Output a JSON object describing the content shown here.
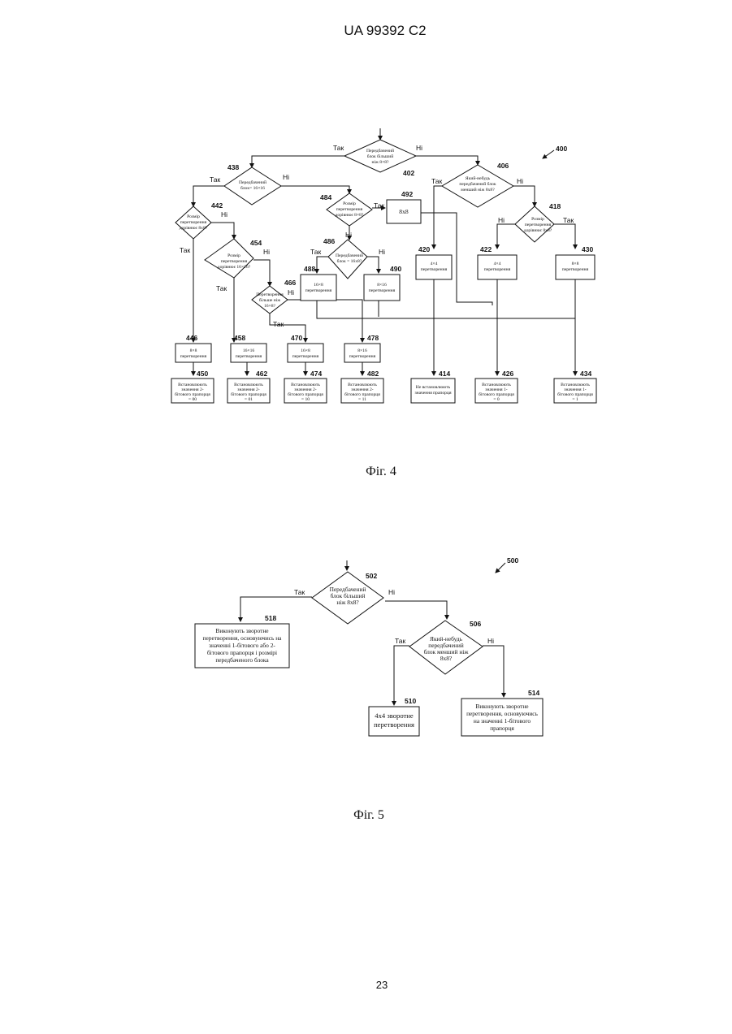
{
  "header": "UA   99392   C2",
  "page_number": "23",
  "fig4": {
    "caption": "Фіг. 4",
    "ref": "400",
    "d402": {
      "num": "402",
      "lines": [
        "Передбачений",
        "блок більший",
        "ніж 8×8?"
      ]
    },
    "d406": {
      "num": "406",
      "lines": [
        "Який-небудь",
        "передбачений блок",
        "менший ніж 8x8?"
      ]
    },
    "d438": {
      "num": "438",
      "lines": [
        "Передбачений",
        "блок= 16×16"
      ]
    },
    "d442": {
      "num": "442",
      "lines": [
        "Розмір",
        "перетворення",
        "дорівнює 8x8?"
      ]
    },
    "d484": {
      "num": "484",
      "lines": [
        "Розмір",
        "перетворення",
        "дорівнює 8×8?"
      ]
    },
    "d418": {
      "num": "418",
      "lines": [
        "Розмір",
        "перетворення",
        "дорівнює 8x8?"
      ]
    },
    "d454": {
      "num": "454",
      "lines": [
        "Розмір",
        "перетворення",
        "дорівнює 16×16?"
      ]
    },
    "d486": {
      "num": "486",
      "lines": [
        "Передбачений",
        "блок = 16x8?"
      ]
    },
    "d466": {
      "num": "466",
      "lines": [
        "Перетворення",
        "більше ніж",
        "16×8?"
      ]
    },
    "b492": {
      "num": "492",
      "lines": [
        "8x8"
      ]
    },
    "b420": {
      "num": "420",
      "lines": [
        "4×4",
        "перетворення"
      ]
    },
    "b422": {
      "num": "422",
      "lines": [
        "4×4",
        "перетворення"
      ]
    },
    "b430": {
      "num": "430",
      "lines": [
        "8×8",
        "перетворення"
      ]
    },
    "b488": {
      "num": "488",
      "lines": [
        "16×8",
        "перетворення"
      ]
    },
    "b490": {
      "num": "490",
      "lines": [
        "8×16",
        "перетворення"
      ]
    },
    "b446": {
      "num": "446",
      "lines": [
        "8×8",
        "перетворення"
      ]
    },
    "b458": {
      "num": "458",
      "lines": [
        "16×16",
        "перетворення"
      ]
    },
    "b470": {
      "num": "470",
      "lines": [
        "16×8",
        "перетворення"
      ]
    },
    "b478": {
      "num": "478",
      "lines": [
        "8×16",
        "перетворення"
      ]
    },
    "b450": {
      "num": "450",
      "lines": [
        "Встановлюють",
        "значення 2-",
        "бітового прапорця",
        "= 00"
      ]
    },
    "b462": {
      "num": "462",
      "lines": [
        "Встановлюють",
        "значення 2-",
        "бітового прапорця",
        "= 01"
      ]
    },
    "b474": {
      "num": "474",
      "lines": [
        "Встановлюють",
        "значення 2-",
        "бітового прапорця",
        "= 10"
      ]
    },
    "b482": {
      "num": "482",
      "lines": [
        "Встановлюють",
        "значення 2-",
        "бітового прапорця",
        "= 11"
      ]
    },
    "b414": {
      "num": "414",
      "lines": [
        "Не встановлюють",
        "значення прапорця"
      ]
    },
    "b426": {
      "num": "426",
      "lines": [
        "Встановлюють",
        "значення 1-",
        "бітового прапорця",
        "= 0"
      ]
    },
    "b434": {
      "num": "434",
      "lines": [
        "Встановлюють",
        "значення 1-",
        "бітового прапорця",
        "= 1"
      ]
    },
    "yes": "Так",
    "no": "Ні"
  },
  "fig5": {
    "caption": "Фіг. 5",
    "ref": "500",
    "d502": {
      "num": "502",
      "lines": [
        "Передбачений",
        "блок більший",
        "ніж 8x8?"
      ]
    },
    "d506": {
      "num": "506",
      "lines": [
        "Який-небудь",
        "передбачений",
        "блок менший ніж",
        "8x8?"
      ]
    },
    "b518": {
      "num": "518",
      "lines": [
        "Виконують зворотне",
        "перетворення, основуючись на",
        "значенні 1-бітового або 2-",
        "бітового прапорця і розмірі",
        "передбаченого блока"
      ]
    },
    "b510": {
      "num": "510",
      "lines": [
        "4x4 зворотне",
        "перетворення"
      ]
    },
    "b514": {
      "num": "514",
      "lines": [
        "Виконують зворотне",
        "перетворення, основуючись",
        "на значенні 1-бітового",
        "прапорця"
      ]
    },
    "yes": "Так",
    "no": "Ні"
  }
}
